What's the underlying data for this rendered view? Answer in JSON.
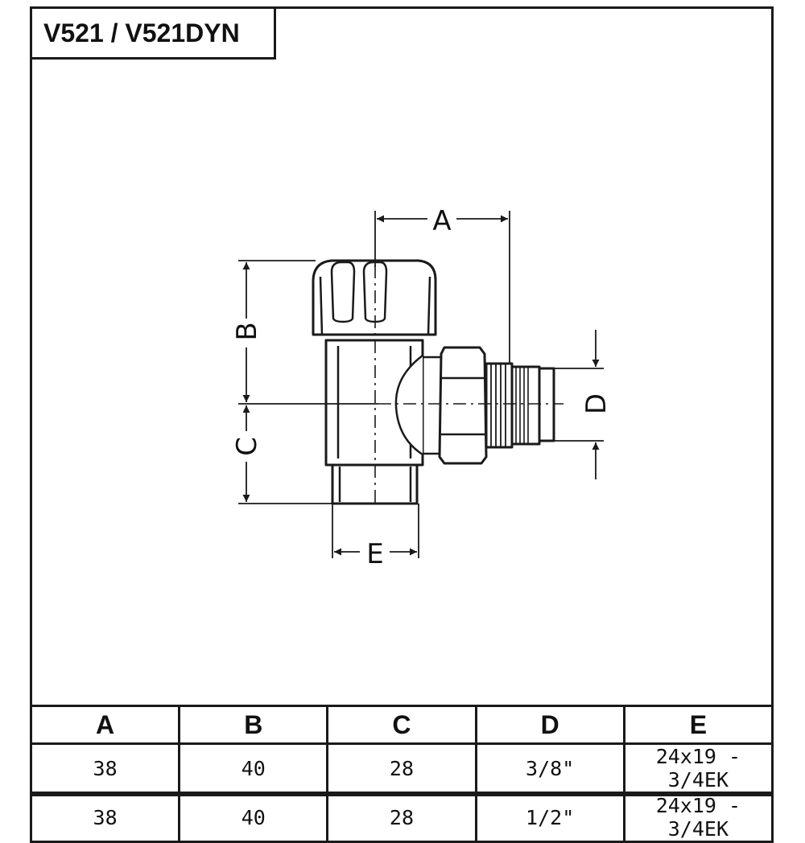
{
  "title": "V521 / V521DYN",
  "dimension_labels": {
    "a": "A",
    "b": "B",
    "c": "C",
    "d": "D",
    "e": "E"
  },
  "table": {
    "headers": [
      "A",
      "B",
      "C",
      "D",
      "E"
    ],
    "rows": [
      [
        "38",
        "40",
        "28",
        "3/8\"",
        "24x19 - 3/4EK"
      ],
      [
        "38",
        "40",
        "28",
        "1/2\"",
        "24x19 - 3/4EK"
      ]
    ]
  },
  "colors": {
    "line": "#1a1a1a",
    "background": "#ffffff"
  }
}
